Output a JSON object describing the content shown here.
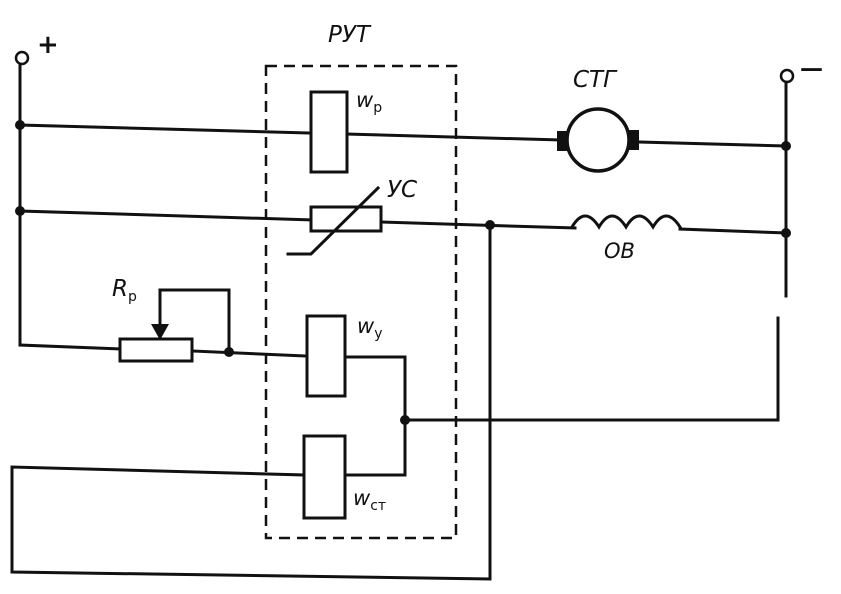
{
  "labels": {
    "plus": "+",
    "minus": "—",
    "regulator": "РУТ",
    "generator": "СТГ",
    "nonlinear_element": "УС",
    "field_winding": "ОВ",
    "rheostat_base": "R",
    "rheostat_sub": "р",
    "coil_w": "w",
    "coil_p_sub": "р",
    "coil_y_sub": "у",
    "coil_ct_sub": "ст"
  }
}
